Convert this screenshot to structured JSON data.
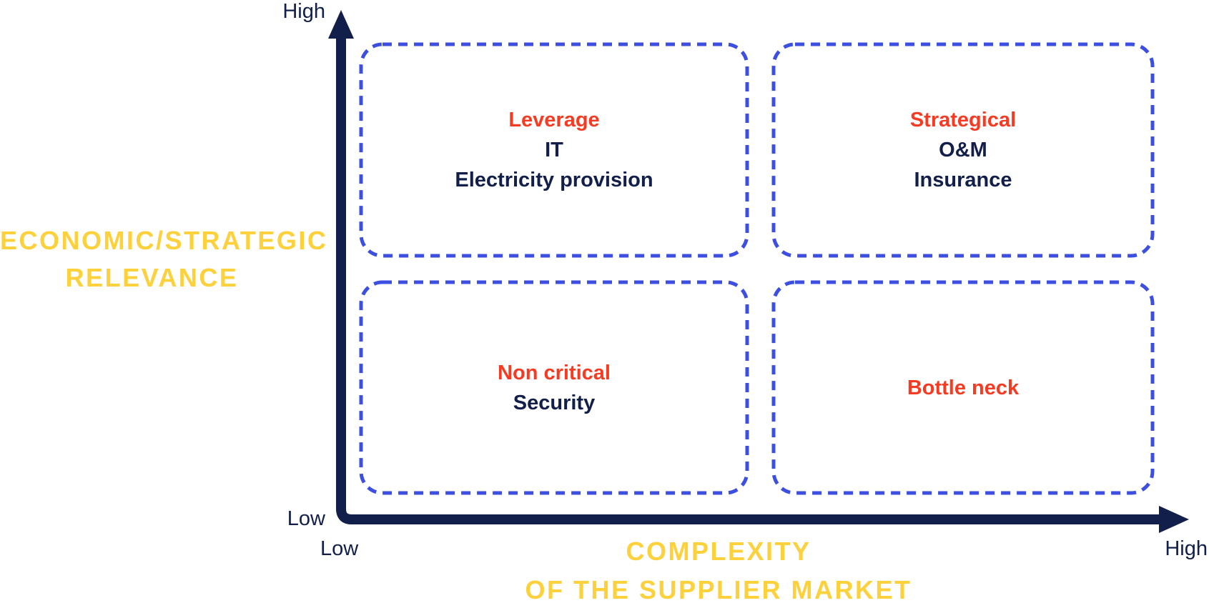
{
  "colors": {
    "navy": "#121f4a",
    "red": "#f73b23",
    "yellow": "#fcd13c",
    "dash_blue": "#3c4fe0"
  },
  "y_axis": {
    "title_lines": [
      "ECONOMIC/STRATEGIC",
      "RELEVANCE"
    ],
    "high_label": "High",
    "low_label": "Low"
  },
  "x_axis": {
    "title_lines": [
      "COMPLEXITY",
      "OF THE SUPPLIER MARKET"
    ],
    "low_label": "Low",
    "high_label": "High"
  },
  "quadrants": [
    {
      "position": "top-left",
      "title": "Leverage",
      "items": [
        "IT",
        "Electricity provision"
      ]
    },
    {
      "position": "top-right",
      "title": "Strategical",
      "items": [
        "O&M",
        "Insurance"
      ]
    },
    {
      "position": "bottom-left",
      "title": "Non critical",
      "items": [
        "Security"
      ]
    },
    {
      "position": "bottom-right",
      "title": "Bottle neck",
      "items": []
    }
  ]
}
